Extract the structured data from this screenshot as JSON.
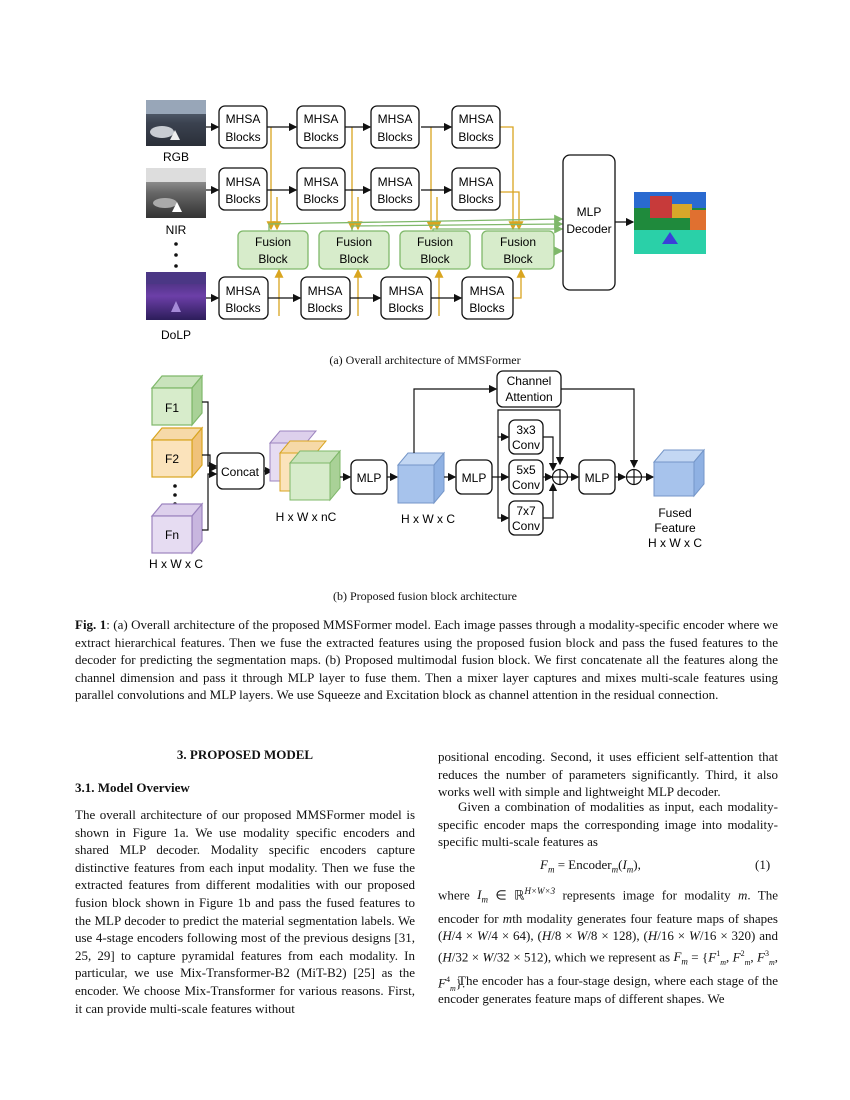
{
  "fig_a": {
    "inputs": {
      "rgb": "RGB",
      "nir": "NIR",
      "dolp": "DoLP"
    },
    "mhsa_line1": "MHSA",
    "mhsa_line2": "Blocks",
    "fusion_line1": "Fusion",
    "fusion_line2": "Block",
    "decoder_line1": "MLP",
    "decoder_line2": "Decoder",
    "caption": "(a) Overall architecture of MMSFormer"
  },
  "fig_b": {
    "inputs": [
      "F1",
      "F2",
      "Fn"
    ],
    "input_dim": "H x W x C",
    "concat": "Concat",
    "concat_dim": "H x W x nC",
    "mlp": "MLP",
    "mid_dim": "H x W x C",
    "channel_attention_line1": "Channel",
    "channel_attention_line2": "Attention",
    "convs": [
      {
        "line1": "3x3",
        "line2": "Conv"
      },
      {
        "line1": "5x5",
        "line2": "Conv"
      },
      {
        "line1": "7x7",
        "line2": "Conv"
      }
    ],
    "output_line1": "Fused",
    "output_line2": "Feature",
    "output_dim": "H x W x C",
    "caption": "(b) Proposed fusion block architecture"
  },
  "fig_caption": {
    "label": "Fig. 1",
    "text": ": (a) Overall architecture of the proposed MMSFormer model. Each image passes through a modality-specific encoder where we extract hierarchical features. Then we fuse the extracted features using the proposed fusion block and pass the fused features to the decoder for predicting the segmentation maps. (b) Proposed multimodal fusion block. We first concatenate all the features along the channel dimension and pass it through MLP layer to fuse them. Then a mixer layer captures and mixes multi-scale features using parallel convolutions and MLP layers. We use Squeeze and Excitation block as channel attention in the residual connection."
  },
  "section": {
    "heading": "3. PROPOSED MODEL",
    "subheading": "3.1. Model Overview",
    "left_paragraph": "The overall architecture of our proposed MMSFormer model is shown in Figure 1a. We use modality specific encoders and shared MLP decoder. Modality specific encoders capture distinctive features from each input modality. Then we fuse the extracted features from different modalities with our proposed fusion block shown in Figure 1b and pass the fused features to the MLP decoder to predict the material segmentation labels. We use 4-stage encoders following most of the previous designs [31, 25, 29] to capture pyramidal features from each modality. In particular, we use Mix-Transformer-B2 (MiT-B2) [25] as the encoder. We choose Mix-Transformer for various reasons. First, it can provide multi-scale features without",
    "right_p1": "positional encoding. Second, it uses efficient self-attention that reduces the number of parameters significantly. Third, it also works well with simple and lightweight MLP decoder.",
    "right_p2": "Given a combination of modalities as input, each modality-specific encoder maps the corresponding image into modality-specific multi-scale features as",
    "equation_number": "(1)",
    "right_p3_a": "where",
    "right_p3_b": "represents image for modality",
    "right_p3_c": "The encoder for",
    "right_p3_d": "th modality generates four feature maps of shapes",
    "right_p3_e": "which we represent as",
    "right_p4": "The encoder has a four-stage design, where each stage of the encoder generates feature maps of different shapes. We"
  }
}
